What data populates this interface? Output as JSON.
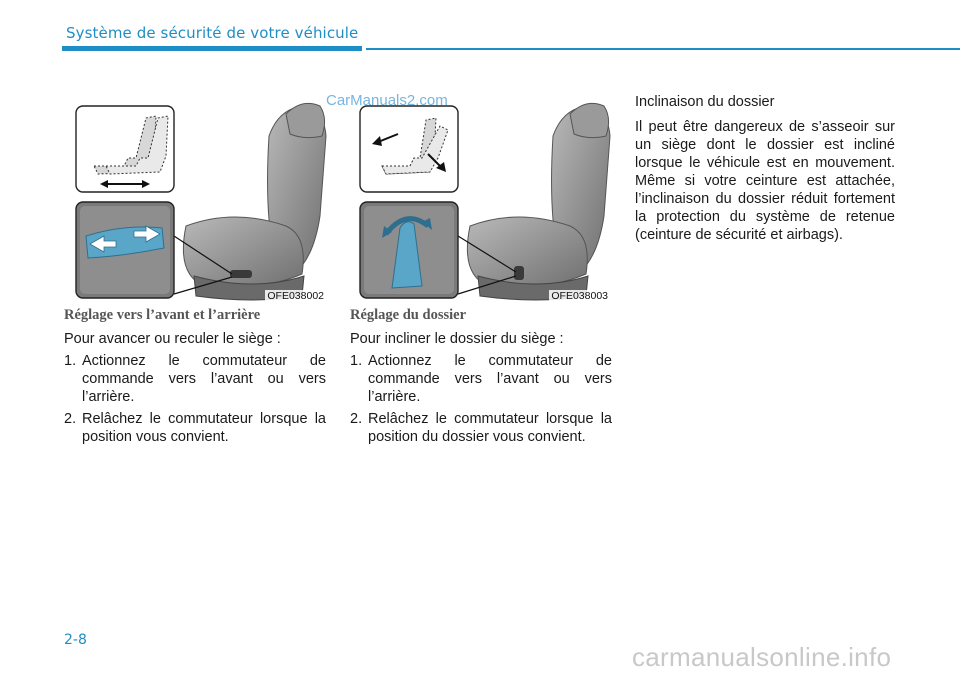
{
  "header": {
    "title": "Système de sécurité de votre véhicule"
  },
  "watermarks": {
    "top": "CarManuals2.com",
    "bottom": "carmanualsonline.info"
  },
  "figures": [
    {
      "code": "OFE038002"
    },
    {
      "code": "OFE038003"
    }
  ],
  "col1": {
    "title": "Réglage vers l’avant et l’arrière",
    "intro": "Pour avancer ou reculer le siège :",
    "steps": [
      {
        "num": "1.",
        "text": "Actionnez le commutateur de commande vers l’avant ou vers l’arrière."
      },
      {
        "num": "2.",
        "text": "Relâchez le commutateur lorsque la position vous convient."
      }
    ]
  },
  "col2": {
    "title": "Réglage du dossier",
    "intro": "Pour incliner le dossier du siège :",
    "steps": [
      {
        "num": "1.",
        "text": "Actionnez le commutateur de commande vers l’avant ou vers l’arrière."
      },
      {
        "num": "2.",
        "text": "Relâchez le commutateur lorsque la position du dossier vous convient."
      }
    ]
  },
  "col3": {
    "title": "Inclinaison du dossier",
    "body": "Il peut être dangereux de s’asseoir sur un siège dont le dossier est incliné lorsque le véhicule est en mouvement. Même si votre ceinture est attachée, l’inclinaison du dossier réduit fortement la protection du système de retenue (ceinture de sécurité et airbags)."
  },
  "footer": {
    "page_number": "2-8"
  },
  "colors": {
    "accent": "#1f8ec6",
    "figure_gray": "#8c8c8c",
    "switch_blue": "#5aa6c9"
  }
}
